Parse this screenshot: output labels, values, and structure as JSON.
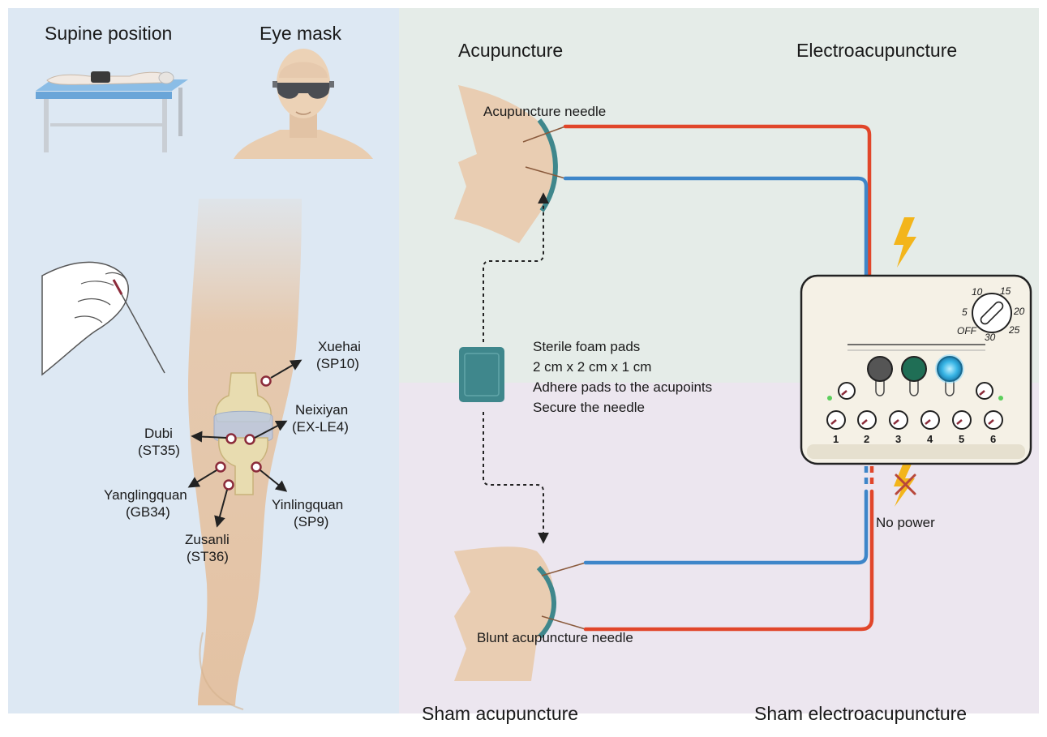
{
  "panels": {
    "supine_position": "Supine position",
    "eye_mask": "Eye mask",
    "acupuncture": "Acupuncture",
    "electroacupuncture": "Electroacupuncture",
    "sham_acupuncture": "Sham acupuncture",
    "sham_electroacupuncture": "Sham electroacupuncture"
  },
  "acupoints": [
    {
      "name": "Xuehai",
      "code": "(SP10)"
    },
    {
      "name": "Neixiyan",
      "code": "(EX-LE4)"
    },
    {
      "name": "Dubi",
      "code": "(ST35)"
    },
    {
      "name": "Yanglingquan",
      "code": "(GB34)"
    },
    {
      "name": "Yinlingquan",
      "code": "(SP9)"
    },
    {
      "name": "Zusanli",
      "code": "(ST36)"
    }
  ],
  "needles": {
    "real": "Acupuncture needle",
    "blunt": "Blunt acupuncture needle"
  },
  "foam_pad_notes": [
    "Sterile foam pads",
    "2 cm x 2 cm x 1 cm",
    "Adhere pads to the acupoints",
    "Secure the needle"
  ],
  "no_power": "No power",
  "device": {
    "dial_ticks": [
      "10",
      "15",
      "5",
      "20",
      "OFF",
      "30",
      "25"
    ],
    "channels": [
      "1",
      "2",
      "3",
      "4",
      "5",
      "6"
    ]
  },
  "colors": {
    "left_bg": "#dde8f3",
    "top_right_bg": "#e5ece8",
    "bottom_right_bg": "#ece6ef",
    "red_wire": "#e1462a",
    "blue_wire": "#3e86c9",
    "pad": "#3f878c",
    "acupoint": "#8b2b3a",
    "skin": "#e9cdb2",
    "bolt": "#f3b51b"
  }
}
